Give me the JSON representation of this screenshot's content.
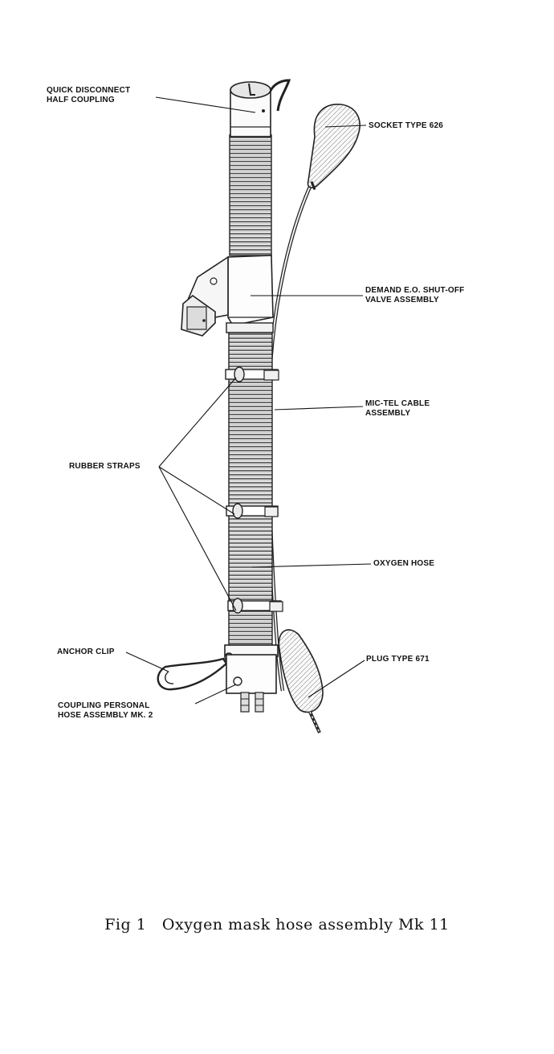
{
  "labels": {
    "quick_disconnect_line1": "QUICK DISCONNECT",
    "quick_disconnect_line2": "HALF COUPLING",
    "socket": "SOCKET TYPE 626",
    "demand_valve_line1": "DEMAND E.O. SHUT-OFF",
    "demand_valve_line2": "VALVE ASSEMBLY",
    "mic_tel_line1": "MIC-TEL CABLE",
    "mic_tel_line2": "ASSEMBLY",
    "rubber_straps": "RUBBER STRAPS",
    "oxygen_hose": "OXYGEN HOSE",
    "anchor_clip": "ANCHOR CLIP",
    "plug": "PLUG TYPE 671",
    "coupling_line1": "COUPLING PERSONAL",
    "coupling_line2": "HOSE ASSEMBLY MK. 2"
  },
  "caption": "Fig 1   Oxygen mask hose assembly Mk 11"
}
